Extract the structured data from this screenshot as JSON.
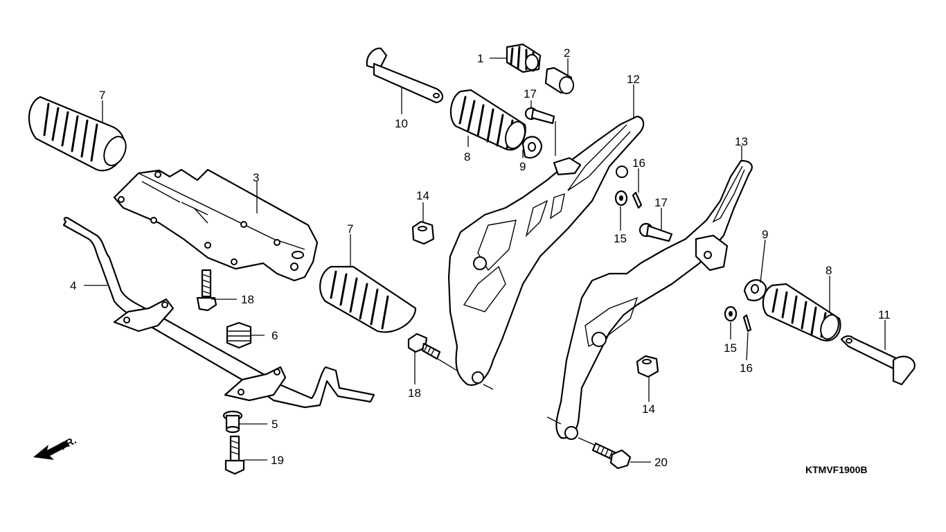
{
  "diagram": {
    "code": "KTMVF1900B",
    "direction_label": "FR.",
    "callouts": {
      "c1": "1",
      "c2": "2",
      "c3": "3",
      "c4": "4",
      "c5": "5",
      "c6": "6",
      "c7a": "7",
      "c7b": "7",
      "c8a": "8",
      "c8b": "8",
      "c9a": "9",
      "c9b": "9",
      "c10": "10",
      "c11": "11",
      "c12": "12",
      "c13": "13",
      "c14a": "14",
      "c14b": "14",
      "c15a": "15",
      "c15b": "15",
      "c16a": "16",
      "c16b": "16",
      "c17a": "17",
      "c17b": "17",
      "c18a": "18",
      "c18b": "18",
      "c19": "19",
      "c20": "20"
    }
  }
}
